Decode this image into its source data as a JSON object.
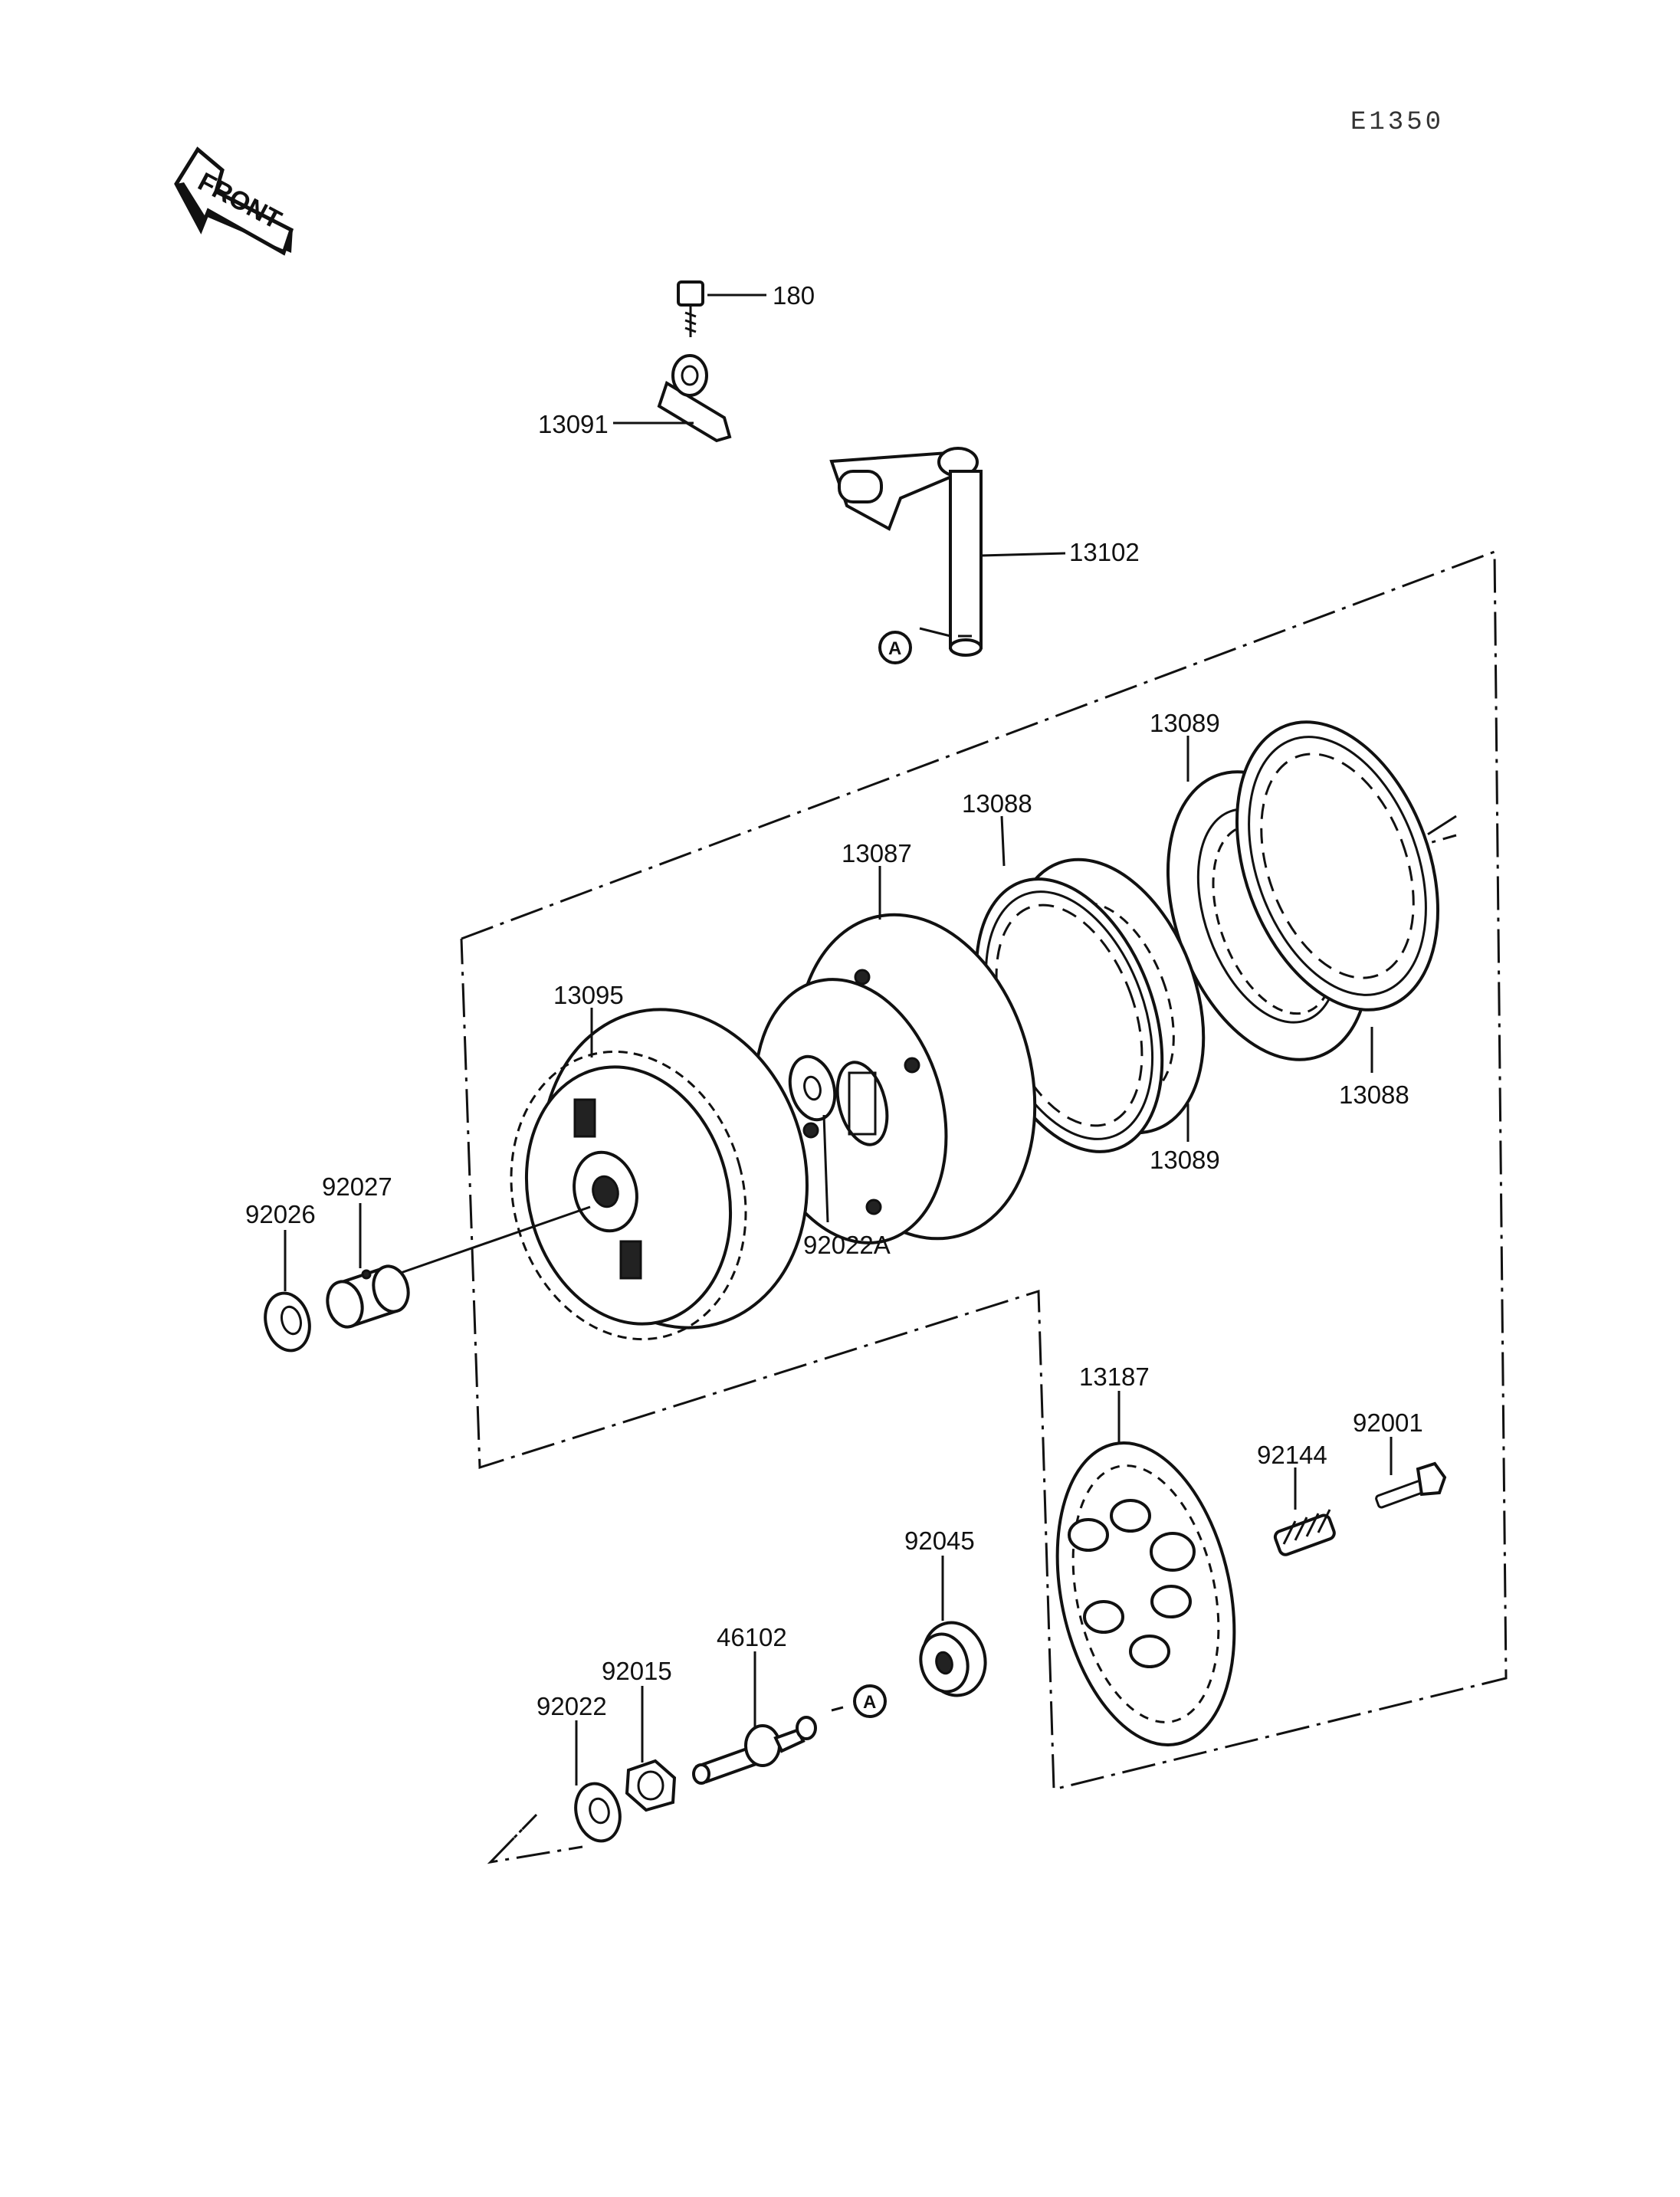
{
  "diagram_code": "E1350",
  "front_label": "FRONT",
  "ref_marker": "A",
  "parts": {
    "p180": "180",
    "p13091": "13091",
    "p13102": "13102",
    "p13089_top": "13089",
    "p13088_top": "13088",
    "p13087": "13087",
    "p13095": "13095",
    "p13088_right": "13088",
    "p13089_bottom": "13089",
    "p92027": "92027",
    "p92026": "92026",
    "p92022A": "92022A",
    "p13187": "13187",
    "p92001": "92001",
    "p92144": "92144",
    "p92045": "92045",
    "p46102": "46102",
    "p92015": "92015",
    "p92022": "92022"
  }
}
